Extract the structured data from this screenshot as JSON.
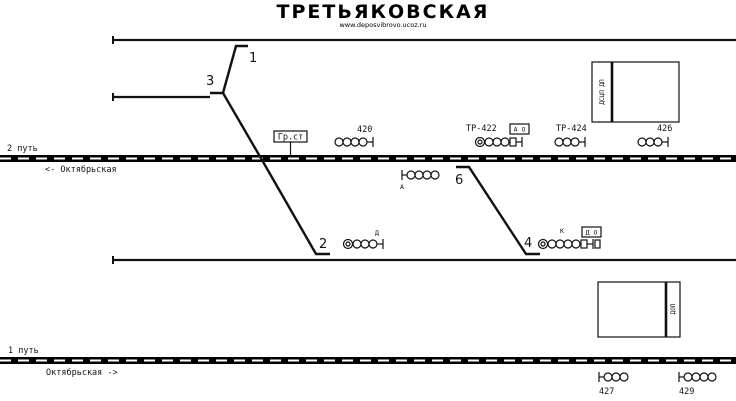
{
  "header": {
    "title": "ТРЕТЬЯКОВСКАЯ",
    "url": "www.deposvibrovo.ucoz.ru"
  },
  "tracks": {
    "track2_label": "2 путь",
    "track2_direction": "<- Октябрьская",
    "track1_label": "1 путь",
    "track1_direction": "Октябрьская ->"
  },
  "switches": {
    "s1": "1",
    "s2": "2",
    "s3": "3",
    "s4": "4",
    "s6": "6"
  },
  "signals": {
    "boundary": "Гр.ст",
    "s420": "420",
    "tp422": "ТР-422",
    "ao": "А О",
    "tp424": "ТР-424",
    "s426": "426",
    "a": "А",
    "d": "Д",
    "k": "К",
    "do": "Д О",
    "s427": "427",
    "s429": "429"
  },
  "buildings": {
    "dsp": "ДСЦП ДП",
    "dop": "ДОП"
  }
}
